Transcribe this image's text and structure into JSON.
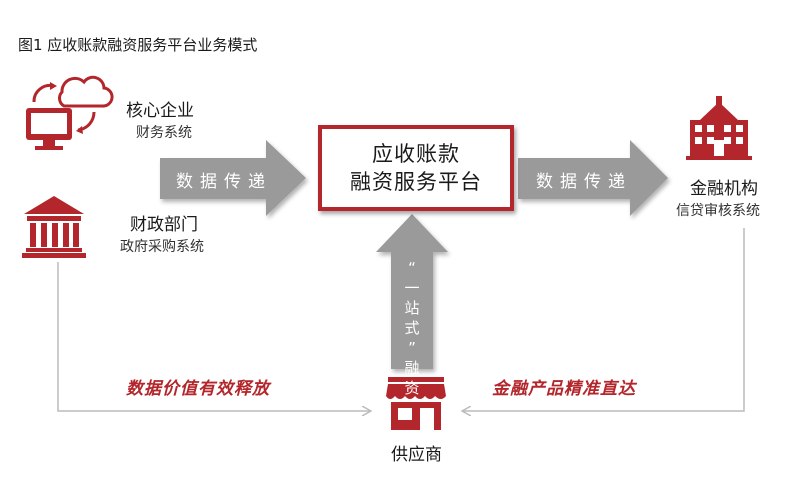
{
  "figure": {
    "title": "图1    应收账款融资服务平台业务模式"
  },
  "nodes": {
    "core_enterprise": {
      "title": "核心企业",
      "subtitle": "财务系统"
    },
    "finance_dept": {
      "title": "财政部门",
      "subtitle": "政府采购系统"
    },
    "platform": {
      "line1": "应收账款",
      "line2": "融资服务平台"
    },
    "financial_institution": {
      "title": "金融机构",
      "subtitle": "信贷审核系统"
    },
    "supplier": {
      "title": "供应商"
    }
  },
  "arrows": {
    "left_label": "数据传递",
    "right_label": "数据传递",
    "vertical_chars": [
      "“",
      "一",
      "站",
      "式",
      "”",
      "融",
      "资"
    ]
  },
  "labels": {
    "data_value": "数据价值有效释放",
    "precise_finance": "金融产品精准直达"
  },
  "colors": {
    "accent_red": "#b3262b",
    "arrow_gray": "#9a9a9a",
    "line_gray": "#bbbbbb"
  },
  "icons": {
    "core_enterprise": "cloud-computer-icon",
    "finance_dept": "government-building-icon",
    "financial_institution": "bank-building-icon",
    "supplier": "storefront-icon"
  }
}
